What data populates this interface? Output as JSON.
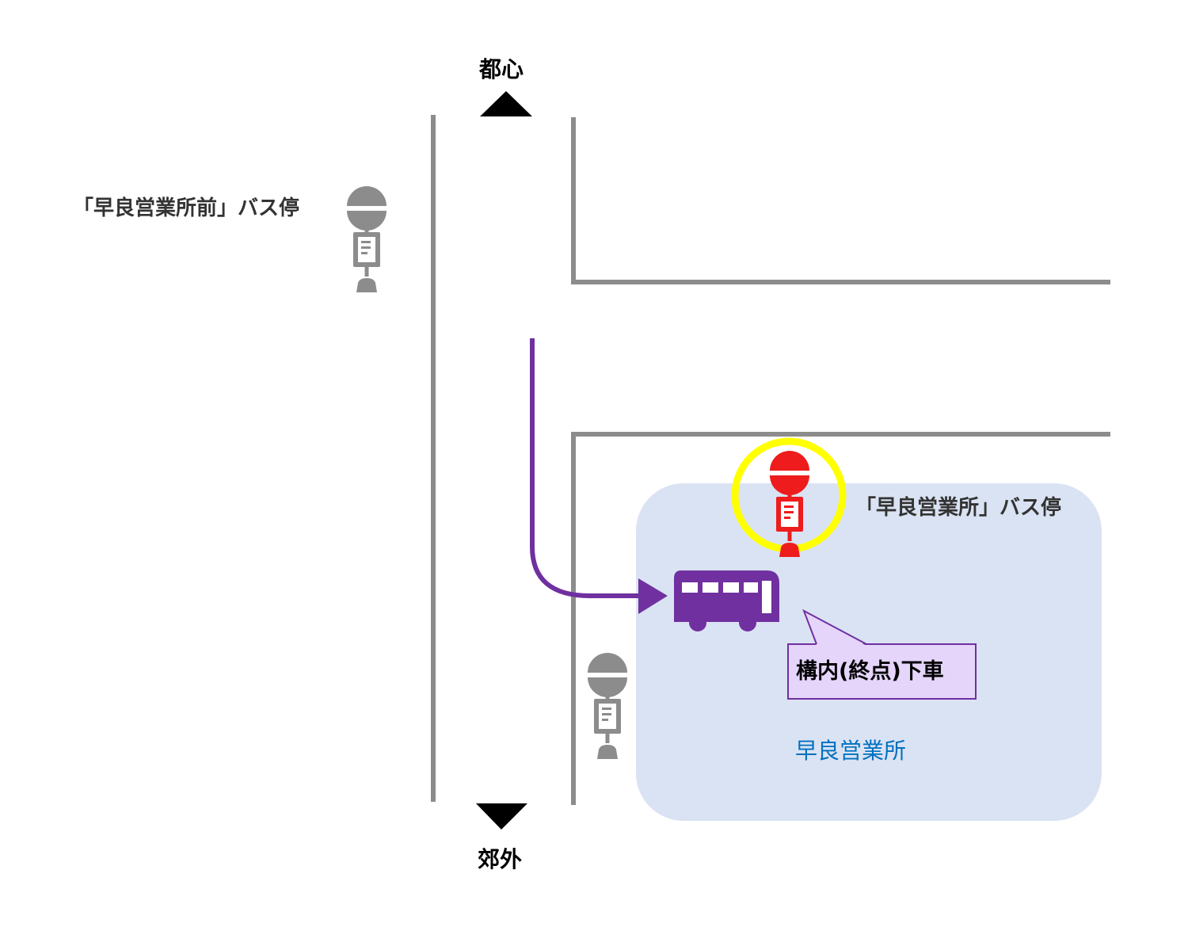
{
  "directions": {
    "north_label": "都心",
    "south_label": "郊外"
  },
  "bus_stops": {
    "mae": {
      "label": "「早良営業所前」バス停",
      "icon": "bus-stop-icon",
      "color": "#8c8c8c"
    },
    "eigyosho": {
      "label": "「早良営業所」バス停",
      "icon": "bus-stop-icon",
      "color": "#ee1c1c",
      "highlight_color": "#ffff00"
    },
    "roadside": {
      "icon": "bus-stop-icon",
      "color": "#8c8c8c"
    }
  },
  "office": {
    "label": "早良営業所",
    "label_color": "#0070c0",
    "area_color": "#dae3f3"
  },
  "callout": {
    "text": "構内(終点)下車",
    "fill": "#e5d5fb",
    "border": "#7030a0"
  },
  "route": {
    "color": "#7030a0",
    "bus_icon": "bus-icon"
  },
  "colors": {
    "road": "#8c8c8c",
    "arrow": "#000000"
  }
}
